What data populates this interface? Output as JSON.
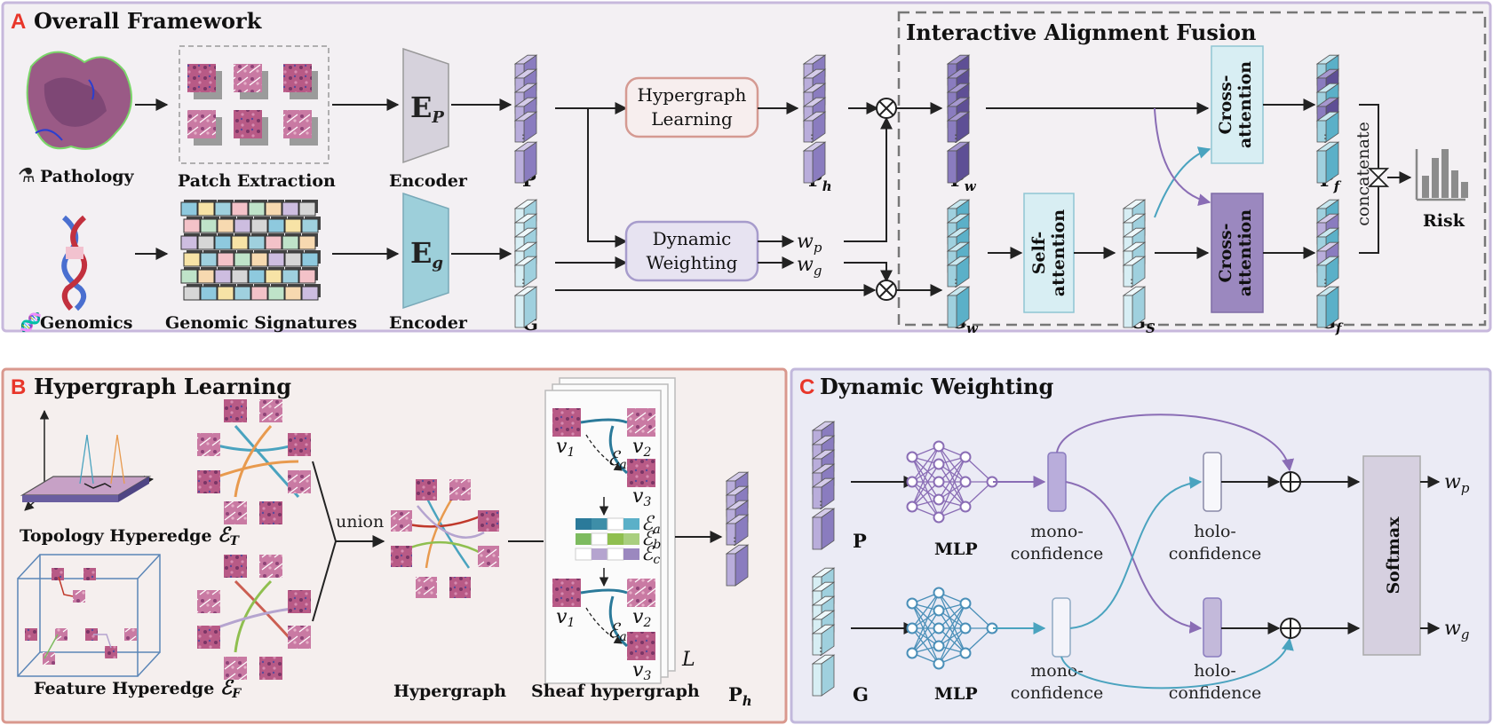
{
  "panel_a": {
    "letter": "A",
    "title": "Overall Framework",
    "fusion_title": "Interactive Alignment Fusion",
    "pathology": "Pathology",
    "genomics": "Genomics",
    "patch_extraction": "Patch Extraction",
    "genomic_signatures": "Genomic Signatures",
    "encoder_p": "Encoder",
    "encoder_g": "Encoder",
    "ep_main": "E",
    "ep_sub": "P",
    "eg_main": "E",
    "eg_sub": "g",
    "P": "P",
    "G": "G",
    "hyper_1": "Hypergraph",
    "hyper_2": "Learning",
    "dyn_1": "Dynamic",
    "dyn_2": "Weighting",
    "wp_main": "w",
    "wp_sub": "p",
    "wg_main": "w",
    "wg_sub": "g",
    "Ph_main": "P",
    "Ph_sub": "h",
    "Pw_main": "P",
    "Pw_sub": "w",
    "Gw_main": "G",
    "Gw_sub": "w",
    "Gs_main": "G",
    "Gs_sub": "S",
    "Pf_main": "P",
    "Pf_sub": "f",
    "Gf_main": "G",
    "Gf_sub": "f",
    "self_1": "Self-",
    "self_2": "attention",
    "cross_1": "Cross-",
    "cross_2": "attention",
    "concatenate": "concatenate",
    "risk": "Risk"
  },
  "panel_b": {
    "letter": "B",
    "title": "Hypergraph Learning",
    "topology": "Topology Hyperedge",
    "topology_sym": "ℰ",
    "topology_sub": "T",
    "feature": "Feature Hyperedge",
    "feature_sym": "ℰ",
    "feature_sub": "F",
    "union": "union",
    "hypergraph": "Hypergraph",
    "sheaf": "Sheaf hypergraph",
    "L": "L",
    "v1": "v",
    "v2": "v",
    "v3": "v",
    "ea": "ℰ",
    "ea_sub": "a",
    "eb_sub": "b",
    "ec_sub": "c",
    "Ph_main": "P",
    "Ph_sub": "h"
  },
  "panel_c": {
    "letter": "C",
    "title": "Dynamic Weighting",
    "P": "P",
    "G": "G",
    "mlp_top": "MLP",
    "mlp_bottom": "MLP",
    "mono_1": "mono-",
    "mono_2": "confidence",
    "holo_1": "holo-",
    "holo_2": "confidence",
    "softmax": "Softmax",
    "wp_main": "w",
    "wp_sub": "p",
    "wg_main": "w",
    "wg_sub": "g"
  },
  "colors": {
    "panel_a_border": "#c7b8dc",
    "panel_a_bg": "#f3f0f3",
    "panel_b_border": "#d9988e",
    "panel_b_bg": "#f5efee",
    "panel_c_border": "#c2b8dc",
    "panel_c_bg": "#ebebf5",
    "purple": "#8a7cbf",
    "purple_light": "#b9addb",
    "teal": "#5bb0c8",
    "teal_light": "#cde8f0",
    "accent_red": "#e8362a"
  }
}
